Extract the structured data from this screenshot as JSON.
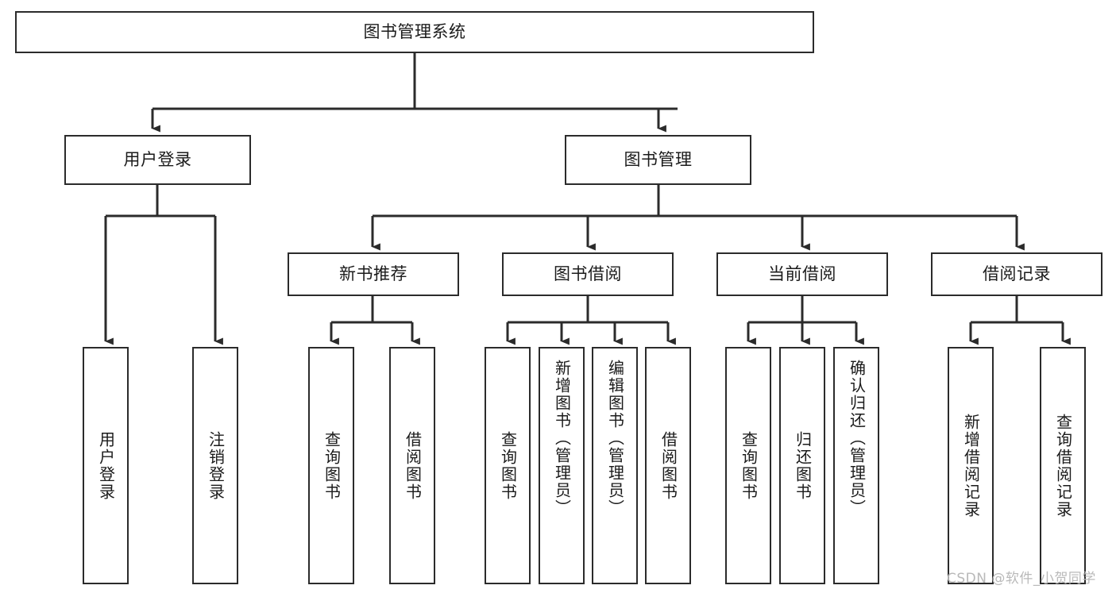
{
  "diagram": {
    "type": "tree",
    "title": "图书管理系统",
    "colors": {
      "node_border": "#2b2b2b",
      "node_fill": "#ffffff",
      "edge": "#2b2b2b",
      "text": "#1b1b1b",
      "watermark": "#b9b9b9",
      "background": "#ffffff"
    },
    "levels": {
      "root": "图书管理系统",
      "level2": [
        "用户登录",
        "图书管理"
      ],
      "level3": [
        "新书推荐",
        "图书借阅",
        "当前借阅",
        "借阅记录"
      ]
    },
    "nodes": {
      "root": {
        "label": "图书管理系统"
      },
      "user_login": {
        "label": "用户登录"
      },
      "book_manage": {
        "label": "图书管理"
      },
      "new_book_rec": {
        "label": "新书推荐"
      },
      "book_borrow": {
        "label": "图书借阅"
      },
      "current_borrow": {
        "label": "当前借阅"
      },
      "borrow_record": {
        "label": "借阅记录"
      },
      "leaf_user_login": {
        "label": "用户登录"
      },
      "leaf_user_logout": {
        "label": "注销登录"
      },
      "leaf_query_book_1": {
        "label": "查询图书"
      },
      "leaf_borrow_book_1": {
        "label": "借阅图书"
      },
      "leaf_query_book_2": {
        "label": "查询图书"
      },
      "leaf_add_book": {
        "label": "新增图书（管理员）"
      },
      "leaf_edit_book": {
        "label": "编辑图书（管理员）"
      },
      "leaf_borrow_book_2": {
        "label": "借阅图书"
      },
      "leaf_query_book_3": {
        "label": "查询图书"
      },
      "leaf_return_book": {
        "label": "归还图书"
      },
      "leaf_confirm_return": {
        "label": "确认归还（管理员）"
      },
      "leaf_add_record": {
        "label": "新增借阅记录"
      },
      "leaf_query_record": {
        "label": "查询借阅记录"
      }
    },
    "edges": [
      {
        "from": "root",
        "to": "user_login"
      },
      {
        "from": "root",
        "to": "book_manage"
      },
      {
        "from": "user_login",
        "to": "leaf_user_login"
      },
      {
        "from": "user_login",
        "to": "leaf_user_logout"
      },
      {
        "from": "book_manage",
        "to": "new_book_rec"
      },
      {
        "from": "book_manage",
        "to": "book_borrow"
      },
      {
        "from": "book_manage",
        "to": "current_borrow"
      },
      {
        "from": "book_manage",
        "to": "borrow_record"
      },
      {
        "from": "new_book_rec",
        "to": "leaf_query_book_1"
      },
      {
        "from": "new_book_rec",
        "to": "leaf_borrow_book_1"
      },
      {
        "from": "book_borrow",
        "to": "leaf_query_book_2"
      },
      {
        "from": "book_borrow",
        "to": "leaf_add_book"
      },
      {
        "from": "book_borrow",
        "to": "leaf_edit_book"
      },
      {
        "from": "book_borrow",
        "to": "leaf_borrow_book_2"
      },
      {
        "from": "current_borrow",
        "to": "leaf_query_book_3"
      },
      {
        "from": "current_borrow",
        "to": "leaf_return_book"
      },
      {
        "from": "current_borrow",
        "to": "leaf_confirm_return"
      },
      {
        "from": "borrow_record",
        "to": "leaf_add_record"
      },
      {
        "from": "borrow_record",
        "to": "leaf_query_record"
      }
    ]
  },
  "watermark": {
    "text": "CSDN @软件_小贺同学"
  }
}
